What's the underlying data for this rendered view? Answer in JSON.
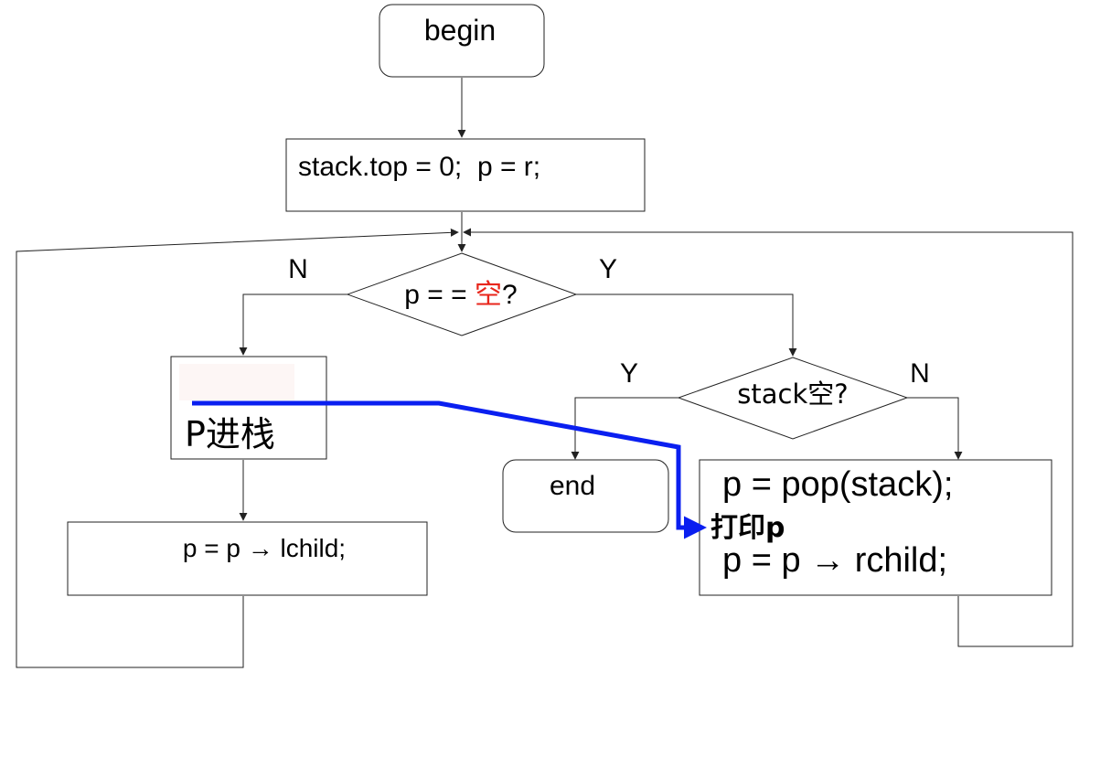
{
  "nodes": {
    "begin": "begin",
    "init": "stack.top = 0;  p = r;",
    "cond_p_null": {
      "prefix": "p = = ",
      "highlight": "空",
      "suffix": "?"
    },
    "push": "P进栈",
    "lchild": "p = p → lchild;",
    "cond_stack_empty": "stack空?",
    "end": "end",
    "pop": "p = pop(stack);",
    "rchild": "p = p → rchild;",
    "print_annotation": "打印p"
  },
  "edge_labels": {
    "p_null_no": "N",
    "p_null_yes": "Y",
    "stack_empty_yes": "Y",
    "stack_empty_no": "N"
  },
  "colors": {
    "highlight_text": "#e8261b",
    "annotation": "#0a1ff0",
    "line": "#222222",
    "erased_patch": "#fdf6f5"
  }
}
